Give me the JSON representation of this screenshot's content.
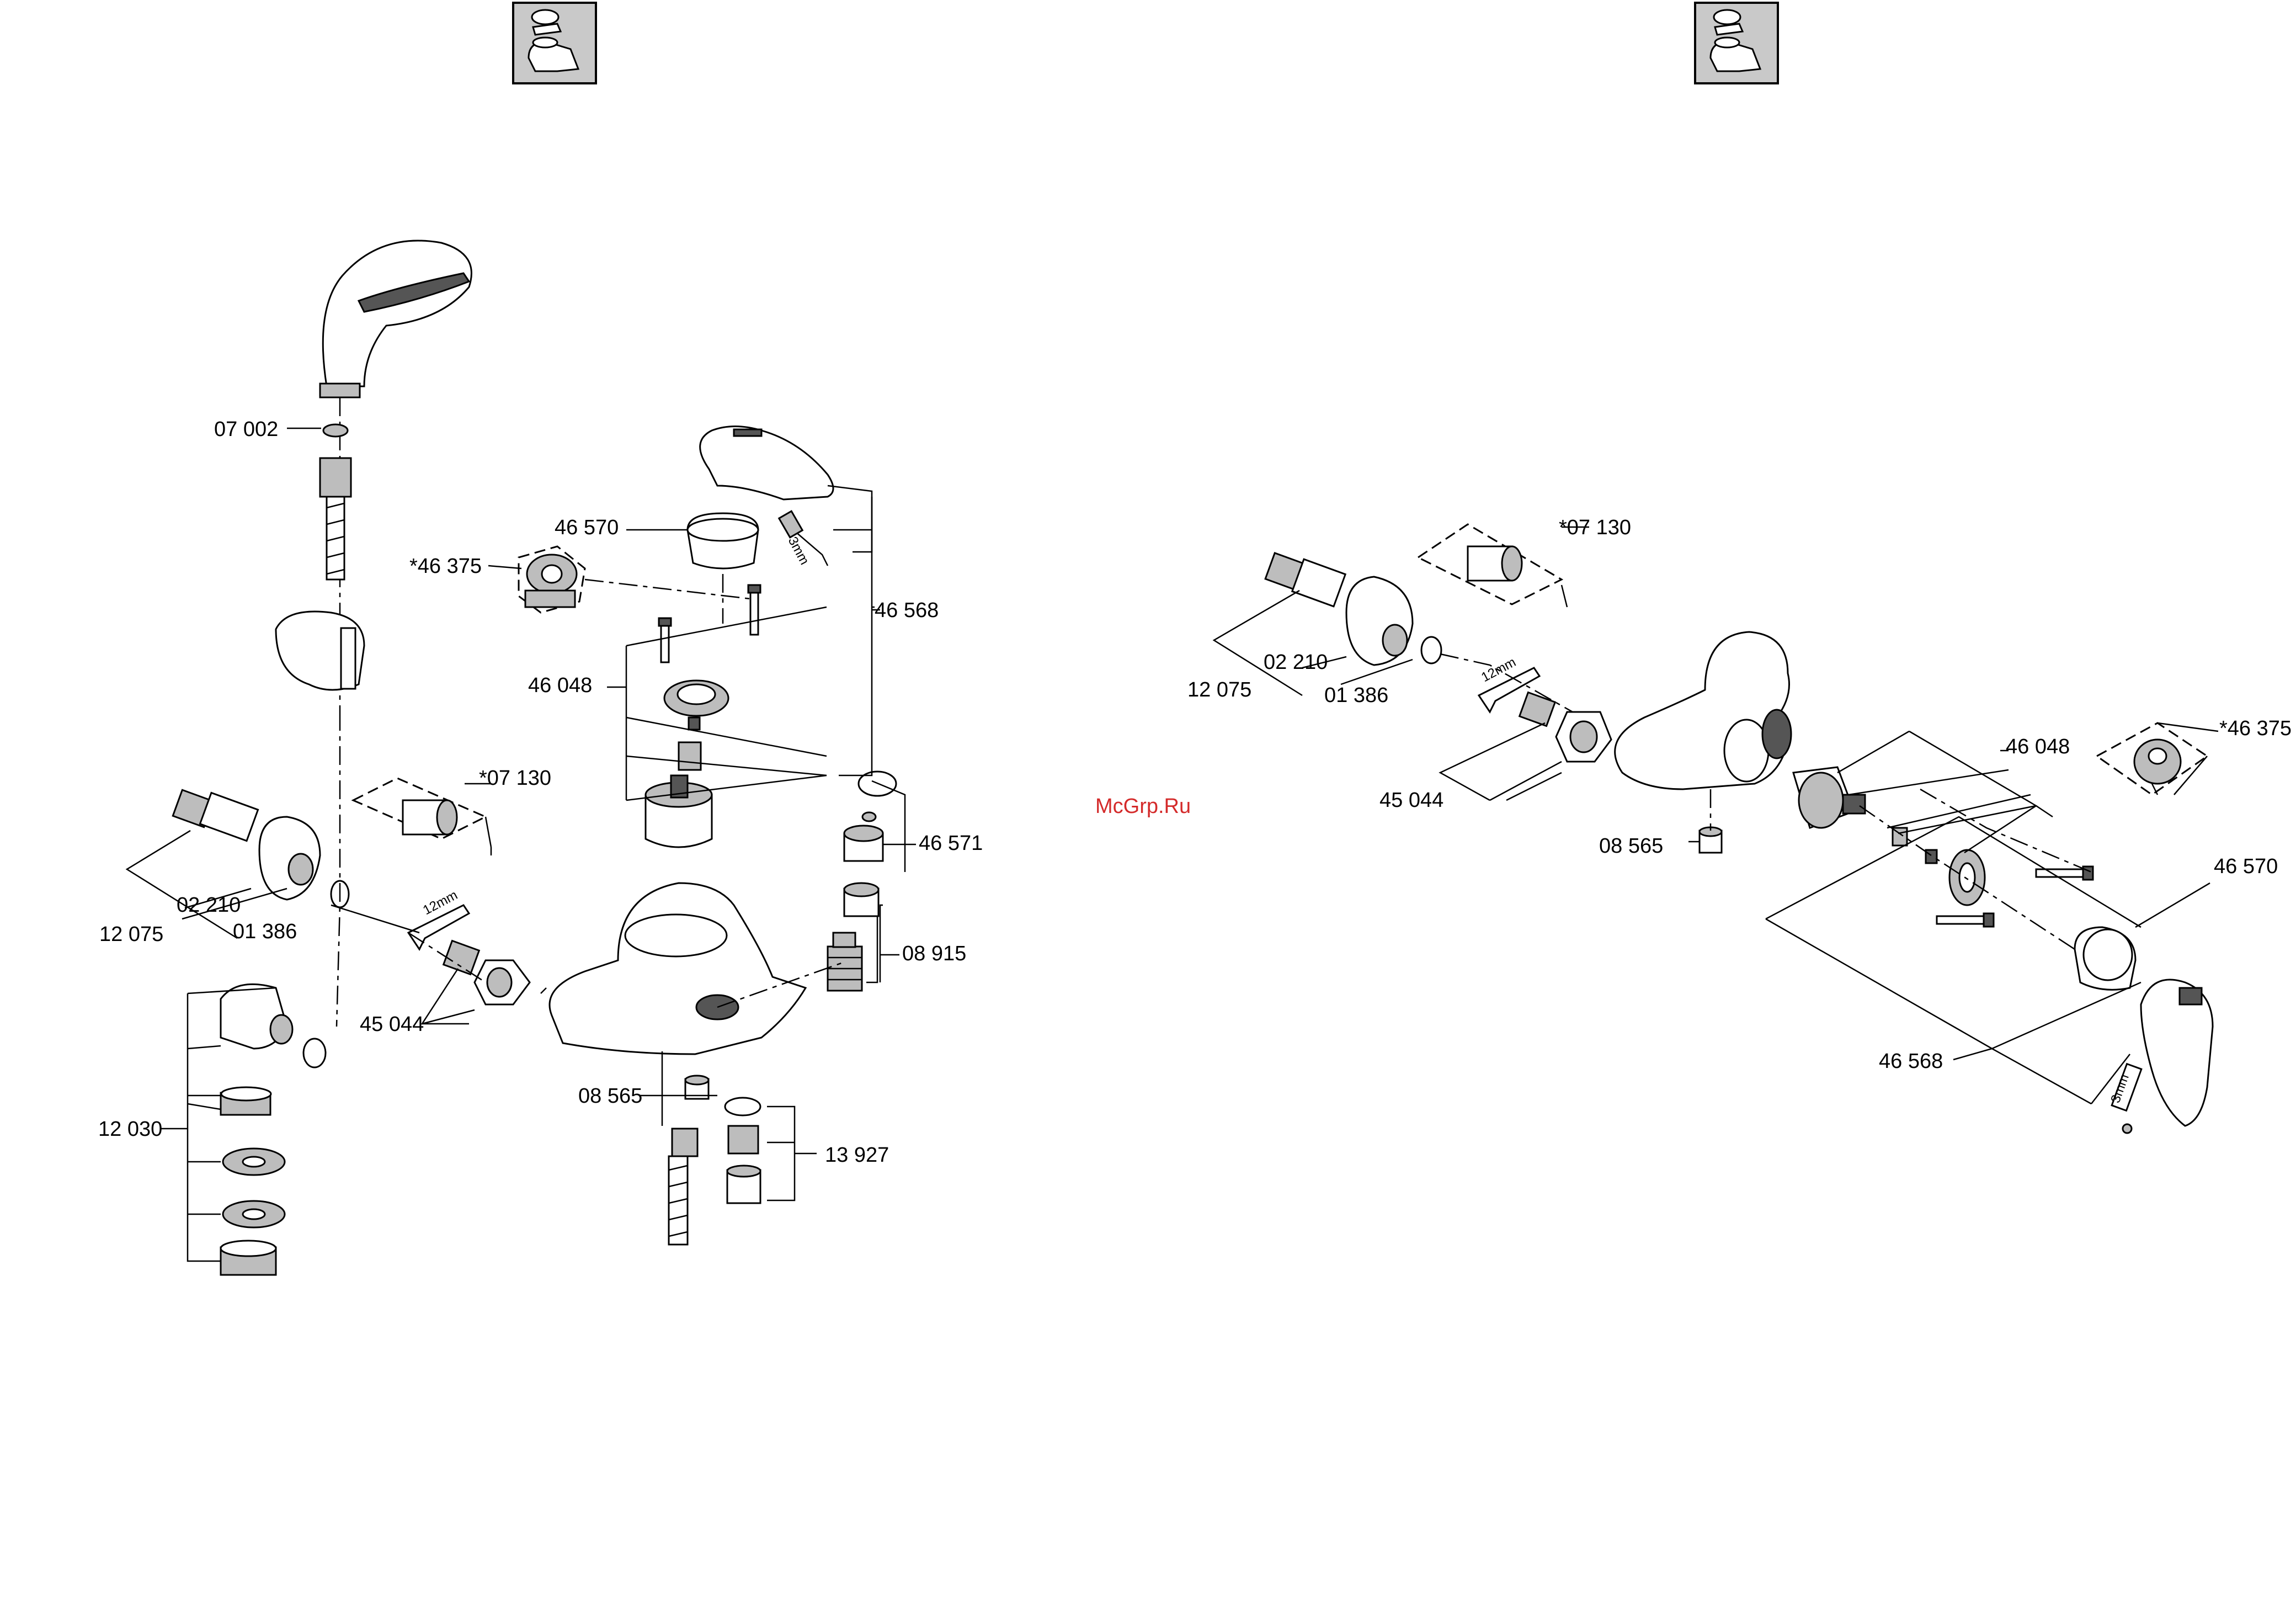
{
  "watermark": "McGrp.Ru",
  "icons": {
    "left": "mixer-tap-icon",
    "right": "mixer-tap-icon"
  },
  "left_assembly": {
    "labels": {
      "handshower_washer": "07 002",
      "cover_cap": "46 570",
      "temp_limiter": "*46 375",
      "lever_handle": "46 568",
      "cartridge": "46 048",
      "extension": "*07 130",
      "aerator_cap": "46 571",
      "diverter": "08 915",
      "connector": "02 210",
      "eccentric": "12 075",
      "seal": "01 386",
      "union_nut": "45 044",
      "wall_bracket": "12 030",
      "hose_nut": "08 565",
      "aerator": "13 927"
    },
    "tool_labels": {
      "allen_key": "12mm",
      "hex_key": "3mm"
    }
  },
  "right_assembly": {
    "labels": {
      "extension": "*07 130",
      "connector": "02 210",
      "eccentric": "12 075",
      "seal": "01 386",
      "union_nut": "45 044",
      "cartridge": "46 048",
      "temp_limiter": "*46 375",
      "hose_nut": "08 565",
      "cover_cap": "46 570",
      "lever_handle": "46 568"
    },
    "tool_labels": {
      "allen_key": "12mm",
      "hex_key": "3mm"
    }
  }
}
